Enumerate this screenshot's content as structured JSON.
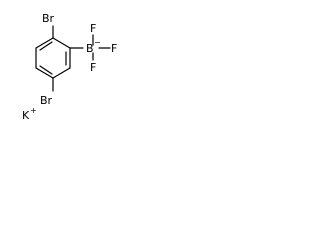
{
  "molecule": {
    "atoms": {
      "br_top": "Br",
      "br_bottom": "Br",
      "boron": "B",
      "f_top": "F",
      "f_right": "F",
      "f_bottom": "F",
      "potassium": "K"
    },
    "charges": {
      "boron": "−",
      "potassium": "+"
    }
  }
}
